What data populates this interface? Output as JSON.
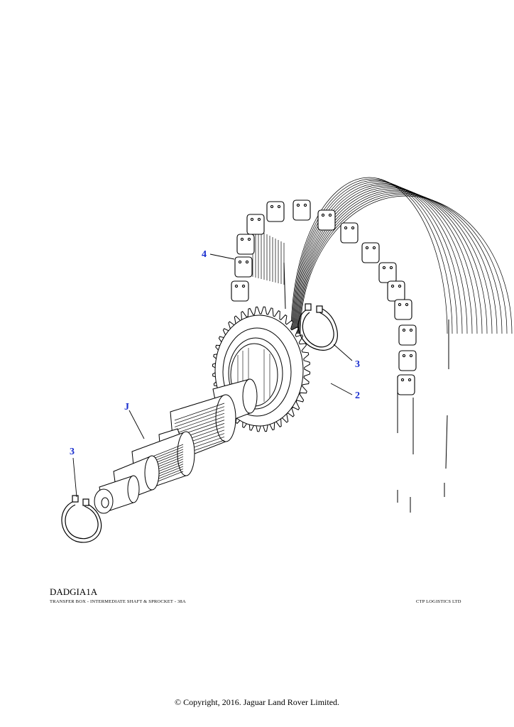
{
  "callouts": {
    "chain": "4",
    "circlip_right": "3",
    "sprocket": "2",
    "shaft": "J",
    "circlip_left": "3"
  },
  "footer": {
    "drawing_code": "DADGIA1A",
    "title": "TRANSFER BOX - INTERMEDIATE SHAFT & SPROCKET - 38A",
    "company": "CTP LOGISTICS LTD",
    "copyright": "© Copyright, 2016. Jaguar Land Rover Limited."
  },
  "colors": {
    "callout": "#1a2fcf",
    "line": "#000000"
  }
}
